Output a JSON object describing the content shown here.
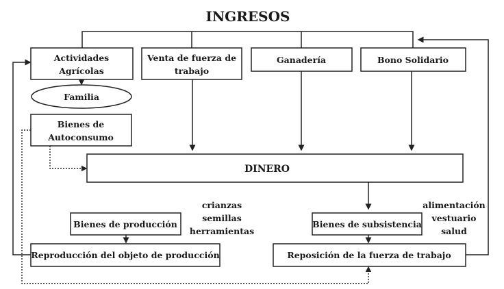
{
  "title": "INGRESOS",
  "sources": {
    "actividades": [
      "Actividades",
      "Agrícolas"
    ],
    "venta": [
      "Venta de fuerza de",
      "trabajo"
    ],
    "ganaderia": "Ganadería",
    "bono": "Bono Solidario"
  },
  "familia": "Familia",
  "autoconsumo": [
    "Bienes de",
    "Autoconsumo"
  ],
  "dinero": "DINERO",
  "bienes_produccion": "Bienes de producción",
  "produccion_items": [
    "crianzas",
    "semillas",
    "herramientas"
  ],
  "reproduccion": "Reproducción del objeto de producción",
  "bienes_subsistencia": "Bienes de subsistencia",
  "subsistencia_items": [
    "alimentación",
    "vestuario",
    "salud"
  ],
  "reposicion": "Reposición de la fuerza de trabajo"
}
